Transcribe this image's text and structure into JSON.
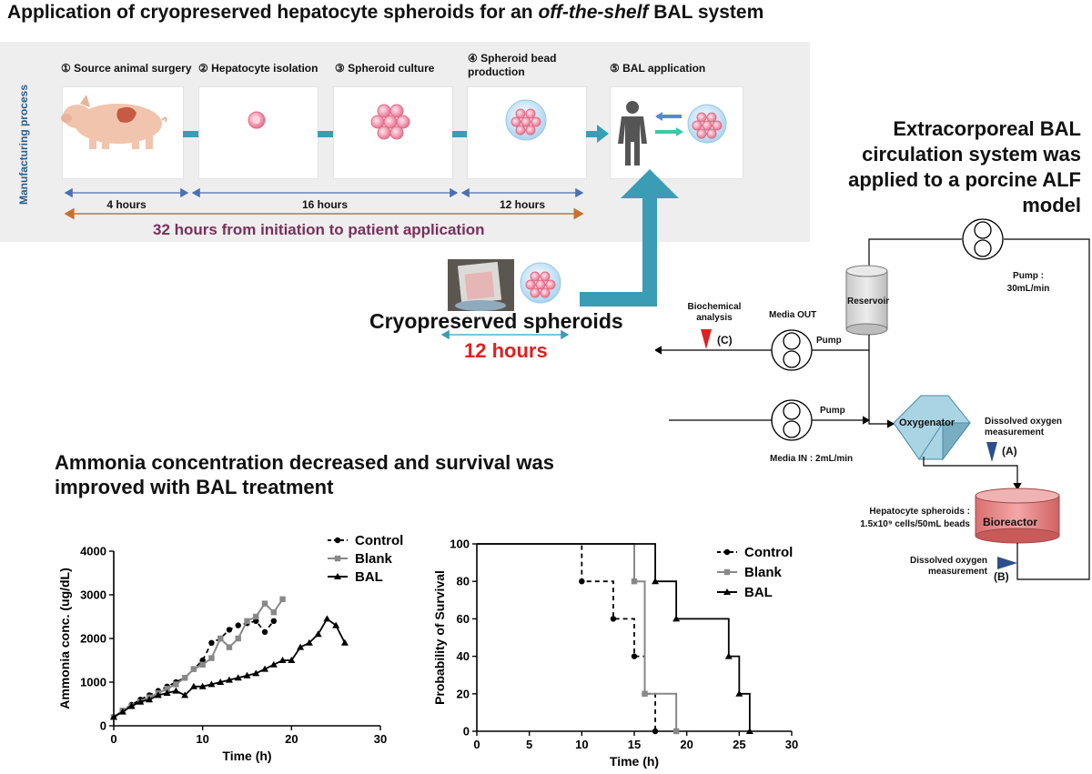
{
  "title": {
    "part1": "Application of cryopreserved hepatocyte spheroids for an ",
    "italic": "off-the-shelf",
    "part2": " BAL system"
  },
  "manufacturing": {
    "side_label": "Manufacturing process",
    "steps": [
      {
        "num": "①",
        "label": "Source animal surgery"
      },
      {
        "num": "②",
        "label": "Hepatocyte isolation"
      },
      {
        "num": "③",
        "label": "Spheroid culture"
      },
      {
        "num": "④",
        "label": "Spheroid bead production"
      },
      {
        "num": "⑤",
        "label": "BAL application"
      }
    ],
    "durations": [
      "4 hours",
      "16 hours",
      "12 hours"
    ],
    "total": "32 hours from initiation to patient application",
    "colors": {
      "timeline": "#4a6fb3",
      "total": "#c8702e",
      "total_text": "#7a2f5a",
      "connector": "#3a9db5"
    }
  },
  "cryo": {
    "label": "Cryopreserved spheroids",
    "hours": "12 hours"
  },
  "circuit": {
    "title": "Extracorporeal BAL circulation system was applied to a porcine ALF model",
    "reservoir": "Reservoir",
    "pump_top_label": "Pump :",
    "pump_top_rate": "30mL/min",
    "biochem": "Biochemical analysis",
    "marker_c": "(C)",
    "media_out": "Media OUT",
    "pump_label": "Pump",
    "media_in": "Media IN : 2mL/min",
    "oxygenator": "Oxygenator",
    "do_top": "Dissolved oxygen measurement",
    "marker_a": "(A)",
    "spheroids_line1": "Hepatocyte spheroids :",
    "spheroids_line2": "1.5x10⁹ cells/50mL beads",
    "bioreactor": "Bioreactor",
    "do_bottom": "Dissolved oxygen measurement",
    "marker_b": "(B)"
  },
  "results_title": "Ammonia concentration decreased and survival was improved with BAL treatment",
  "chart_data": [
    {
      "type": "line",
      "xlabel": "Time (h)",
      "ylabel": "Ammonia conc. (ug/dL)",
      "xlim": [
        0,
        30
      ],
      "ylim": [
        0,
        4000
      ],
      "xticks": [
        0,
        10,
        20,
        30
      ],
      "yticks": [
        0,
        1000,
        2000,
        3000,
        4000
      ],
      "legend": [
        "Control",
        "Blank",
        "BAL"
      ],
      "legend_position": "top-right",
      "series": [
        {
          "name": "Control",
          "style": "dashed",
          "color": "#000000",
          "x": [
            0,
            1,
            2,
            3,
            4,
            5,
            6,
            7,
            8,
            9,
            10,
            11,
            12,
            13,
            14,
            15,
            16,
            17,
            18
          ],
          "y": [
            200,
            350,
            480,
            600,
            700,
            800,
            900,
            1000,
            1100,
            1300,
            1500,
            1900,
            2000,
            2200,
            2300,
            2350,
            2400,
            2150,
            2400
          ]
        },
        {
          "name": "Blank",
          "style": "solid",
          "color": "#888888",
          "x": [
            0,
            1,
            2,
            3,
            4,
            5,
            6,
            7,
            8,
            9,
            10,
            11,
            12,
            13,
            14,
            15,
            16,
            17,
            18,
            19
          ],
          "y": [
            200,
            350,
            450,
            550,
            650,
            750,
            850,
            950,
            1100,
            1300,
            1400,
            1550,
            2000,
            1800,
            2000,
            2400,
            2500,
            2800,
            2600,
            2900
          ]
        },
        {
          "name": "BAL",
          "style": "solid",
          "color": "#000000",
          "x": [
            0,
            1,
            2,
            3,
            4,
            5,
            6,
            7,
            8,
            9,
            10,
            11,
            12,
            13,
            14,
            15,
            16,
            17,
            18,
            19,
            20,
            21,
            22,
            23,
            24,
            25,
            26
          ],
          "y": [
            200,
            320,
            450,
            550,
            600,
            700,
            750,
            800,
            700,
            900,
            900,
            950,
            1000,
            1050,
            1100,
            1150,
            1200,
            1300,
            1400,
            1500,
            1500,
            1800,
            1900,
            2100,
            2450,
            2300,
            1900
          ]
        }
      ]
    },
    {
      "type": "line",
      "xlabel": "Time (h)",
      "ylabel": "Probability of Survival",
      "xlim": [
        0,
        30
      ],
      "ylim": [
        0,
        100
      ],
      "xticks": [
        0,
        5,
        10,
        15,
        20,
        25,
        30
      ],
      "yticks": [
        0,
        20,
        40,
        60,
        80,
        100
      ],
      "legend": [
        "Control",
        "Blank",
        "BAL"
      ],
      "legend_position": "top-right",
      "series": [
        {
          "name": "Control",
          "style": "dashed",
          "color": "#000000",
          "x": [
            0,
            10,
            13,
            15,
            16,
            17
          ],
          "y": [
            100,
            80,
            60,
            40,
            20,
            0
          ]
        },
        {
          "name": "Blank",
          "style": "solid",
          "color": "#888888",
          "x": [
            0,
            15,
            16,
            19
          ],
          "y": [
            100,
            80,
            20,
            0
          ]
        },
        {
          "name": "BAL",
          "style": "solid",
          "color": "#000000",
          "x": [
            0,
            17,
            19,
            24,
            25,
            26
          ],
          "y": [
            100,
            80,
            60,
            40,
            20,
            0
          ]
        }
      ]
    }
  ]
}
